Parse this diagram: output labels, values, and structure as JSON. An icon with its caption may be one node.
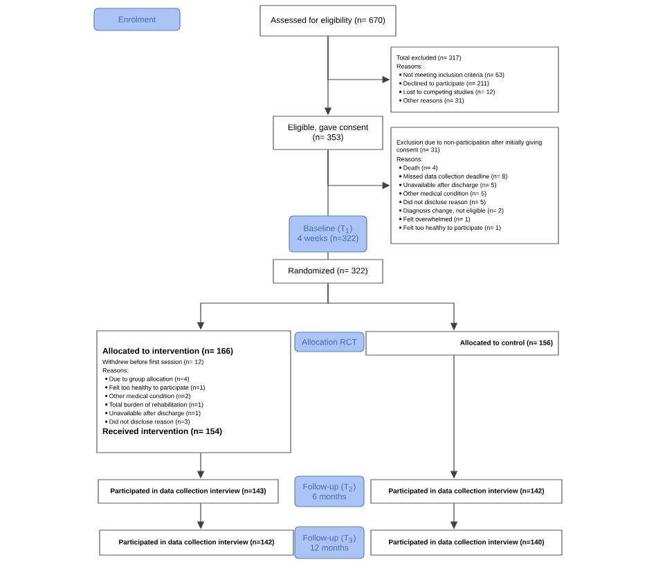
{
  "diagram": {
    "nodes": [
      {
        "text": [
          "Enrolment"
        ]
      },
      {
        "text": [
          "Assessed for eligibility (n= 670)"
        ]
      },
      {
        "text": [
          "Total excluded (n= 317)",
          "Reasons:",
          "Not meeting inclusion criteria (n= 63)",
          "Declined to participate (n= 211)",
          "Lost to competing studies (n= 12)",
          "Other reasons (n= 31)"
        ]
      },
      {
        "text": [
          "Eligible, gave consent (n= 353)"
        ]
      },
      {
        "text": [
          "Exclusion due to non-participation after initially giving consent (n= 31)",
          "Reasons:",
          "Death (n= 4)",
          "Missed data collection deadline (n= 8)",
          "Unavailable after discharge (n= 5)",
          "Other medical condition (n= 5)",
          "Did not disclose reason (n= 5)",
          "Diagnosis change, not eligible (n= 2)",
          "Felt overwhelmed (n= 1)",
          "Felt too healthy to participate (n= 1)"
        ]
      },
      {
        "text": [
          "Baseline (T$_{1}$)",
          "4 weeks (n=322)"
        ]
      },
      {
        "text": [
          "Randomized (n= 322)"
        ]
      },
      {
        "text": [
          "Allocated to intervention (n= 166)",
          "Withdrew before first session (n= 12)",
          "Reasons:",
          "Due to group allocation (n=4)",
          "Felt too healthy to participate (n=1)",
          "Other medical condition (n=2)",
          "Total burden of rehabilitation (n=1)",
          "Unavailable after discharge (n=1)",
          "Did not disclose reason (n=3)",
          "Received intervention (n= 154)"
        ]
      },
      {
        "text": [
          "Allocation RCT"
        ]
      },
      {
        "text": [
          "Allocated to control (n= 156)"
        ]
      },
      {
        "text": [
          "Participated in data collection interview (n=143)"
        ]
      },
      {
        "text": [
          "Follow-up (T$_{2}$)",
          "6 months"
        ]
      },
      {
        "text": [
          "Participated in data collection interview (n=142)"
        ]
      },
      {
        "text": [
          "Participated in data collection interview (n=142)"
        ]
      },
      {
        "text": [
          "Follow-up (T$_{3}$)",
          "12 months"
        ]
      },
      {
        "text": [
          "Participated in data collection interview (n=140)"
        ]
      }
    ],
    "edges": [
      {
        "from": 1,
        "to": 3,
        "arrow": "to"
      },
      {
        "from": 1,
        "to": 2,
        "arrow": "to"
      },
      {
        "from": 3,
        "to": 5,
        "arrow": "none"
      },
      {
        "from": 3,
        "to": 4,
        "arrow": "to"
      },
      {
        "from": 5,
        "to": 6,
        "arrow": "none"
      },
      {
        "from": 6,
        "to": 7,
        "arrow": "to"
      },
      {
        "from": 6,
        "to": 9,
        "arrow": "to"
      },
      {
        "from": 7,
        "to": 10,
        "arrow": "to"
      },
      {
        "from": 9,
        "to": 12,
        "arrow": "to"
      },
      {
        "from": 10,
        "to": 13,
        "arrow": "to"
      },
      {
        "from": 12,
        "to": 15,
        "arrow": "to"
      }
    ]
  }
}
